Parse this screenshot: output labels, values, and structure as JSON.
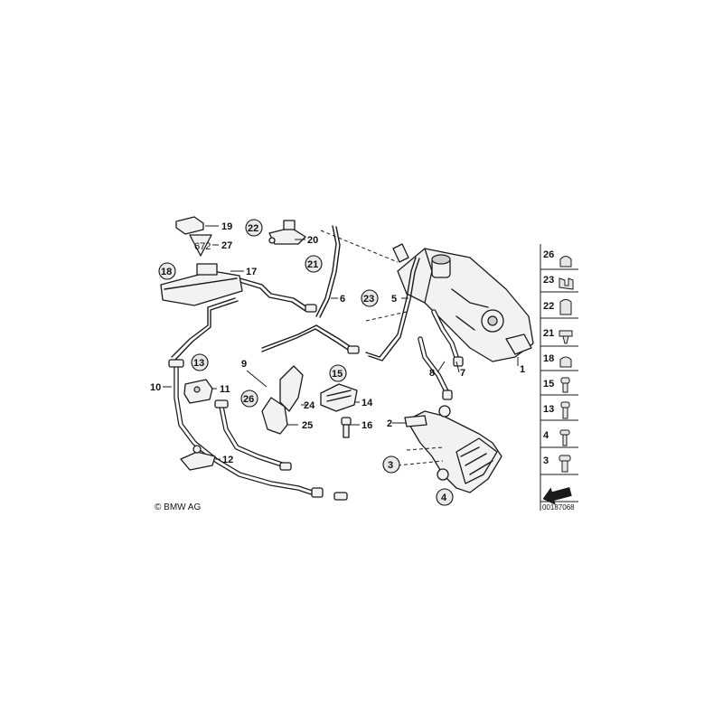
{
  "copyright": "© BMW AG",
  "image_number": "00187068",
  "callouts": [
    {
      "id": "c1",
      "label": "1",
      "circled": false
    },
    {
      "id": "c2",
      "label": "2",
      "circled": false
    },
    {
      "id": "c3",
      "label": "3",
      "circled": true
    },
    {
      "id": "c4",
      "label": "4",
      "circled": true
    },
    {
      "id": "c5",
      "label": "5",
      "circled": false
    },
    {
      "id": "c6",
      "label": "6",
      "circled": false
    },
    {
      "id": "c7",
      "label": "7",
      "circled": false
    },
    {
      "id": "c8",
      "label": "8",
      "circled": false
    },
    {
      "id": "c9",
      "label": "9",
      "circled": false
    },
    {
      "id": "c10",
      "label": "10",
      "circled": false
    },
    {
      "id": "c11",
      "label": "11",
      "circled": false
    },
    {
      "id": "c12",
      "label": "12",
      "circled": false
    },
    {
      "id": "c13",
      "label": "13",
      "circled": true
    },
    {
      "id": "c14",
      "label": "14",
      "circled": false
    },
    {
      "id": "c15",
      "label": "15",
      "circled": true
    },
    {
      "id": "c16",
      "label": "16",
      "circled": false
    },
    {
      "id": "c17",
      "label": "17",
      "circled": false
    },
    {
      "id": "c18",
      "label": "18",
      "circled": true
    },
    {
      "id": "c19",
      "label": "19",
      "circled": false
    },
    {
      "id": "c20",
      "label": "20",
      "circled": false
    },
    {
      "id": "c21",
      "label": "21",
      "circled": true
    },
    {
      "id": "c22",
      "label": "22",
      "circled": true
    },
    {
      "id": "c23",
      "label": "23",
      "circled": true
    },
    {
      "id": "c24",
      "label": "24",
      "circled": false
    },
    {
      "id": "c25",
      "label": "25",
      "circled": false
    },
    {
      "id": "c26",
      "label": "26",
      "circled": true
    },
    {
      "id": "c27",
      "label": "27",
      "circled": false
    }
  ],
  "warning_label_text": "672",
  "legend": [
    "26",
    "23",
    "22",
    "21",
    "18",
    "15",
    "13",
    "4",
    "3"
  ]
}
